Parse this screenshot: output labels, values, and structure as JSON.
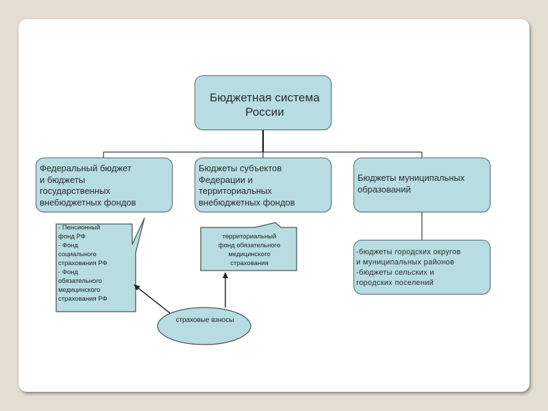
{
  "diagram": {
    "root": {
      "label": "Бюджетная система\nРоссии"
    },
    "level2": [
      {
        "id": "federal",
        "label": "Федеральный бюджет\nи бюджеты\nгосударственных\n внебюджетных фондов"
      },
      {
        "id": "subjects",
        "label": "Бюджеты субъектов\nФедерации и\nтерриториальных\nвнебюджетных фондов"
      },
      {
        "id": "municipal",
        "label": "Бюджеты муниципальных\n образований"
      }
    ],
    "municipal_details": {
      "label": "-бюджеты городских округов\nи муниципальных районов\n-бюджеты сельских и\n городских поселений"
    },
    "callouts": {
      "federal_funds": {
        "label": "- Пенсионный\nфонд РФ\n- Фонд\nсоциального\nстрахования РФ\n- Фонд\nобязательного\nмедицинского\nстрахования РФ"
      },
      "territorial_fund": {
        "label": "территориальный\nфонд обязательного\nмедицинского\nстрахования"
      }
    },
    "source": {
      "label": "страховые взносы"
    },
    "colors": {
      "box_fill": "#b7dde2",
      "box_border": "#5a6668",
      "connector": "#222222",
      "background": "#e3ddd2"
    }
  }
}
